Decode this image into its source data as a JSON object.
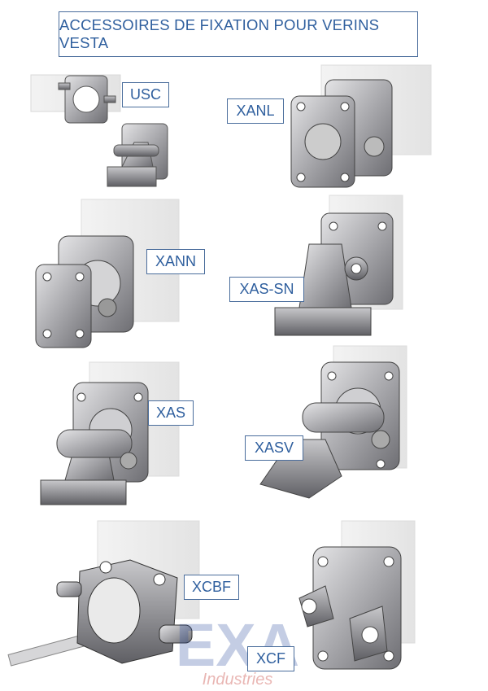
{
  "title": "ACCESSOIRES DE FIXATION POUR VERINS VESTA",
  "labels": {
    "usc": "USC",
    "xanl": "XANL",
    "xann": "XANN",
    "xas_sn": "XAS-SN",
    "xas": "XAS",
    "xasv": "XASV",
    "xcbf": "XCBF",
    "xcf": "XCF"
  },
  "watermark": {
    "word": "EXA",
    "sub": "Industries"
  },
  "colors": {
    "label_text": "#2f5f9e",
    "border": "#4a6d9c",
    "watermark": "#2a4a9a",
    "watermark_sub": "#c0302a"
  }
}
